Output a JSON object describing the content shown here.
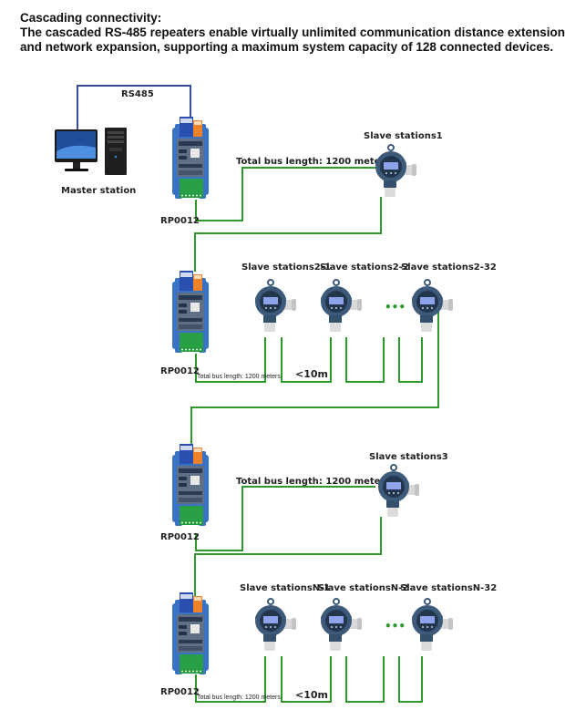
{
  "header": {
    "title": "Cascading connectivity:",
    "line1": "The cascaded RS-485 repeaters enable virtually unlimited communication distance extension",
    "line2": "and network expansion, supporting a maximum system capacity of 128 connected devices."
  },
  "master": {
    "label": "Master station",
    "link_label": "RS485"
  },
  "repeater_label": "RP0012",
  "bus_length_label": "Total bus length: 1200 meters",
  "spacing_label": "<10m",
  "ellipsis": "•••",
  "sections": [
    {
      "type": "single",
      "slaves": [
        "Slave stations1"
      ]
    },
    {
      "type": "multi",
      "slaves": [
        "Slave stations2-1",
        "Slave stations2-2",
        "Slave stations2-32"
      ]
    },
    {
      "type": "single",
      "slaves": [
        "Slave stations3"
      ]
    },
    {
      "type": "multi",
      "slaves": [
        "Slave stationsN-1",
        "Slave stationsN-2",
        "Slave stationsN-32"
      ]
    }
  ],
  "colors": {
    "bus_wire": "#2e9a2e",
    "rs485_wire": "#3a4a9e",
    "repeater_body": "#3b73c4",
    "sensor_body": "#3e5a7a"
  }
}
